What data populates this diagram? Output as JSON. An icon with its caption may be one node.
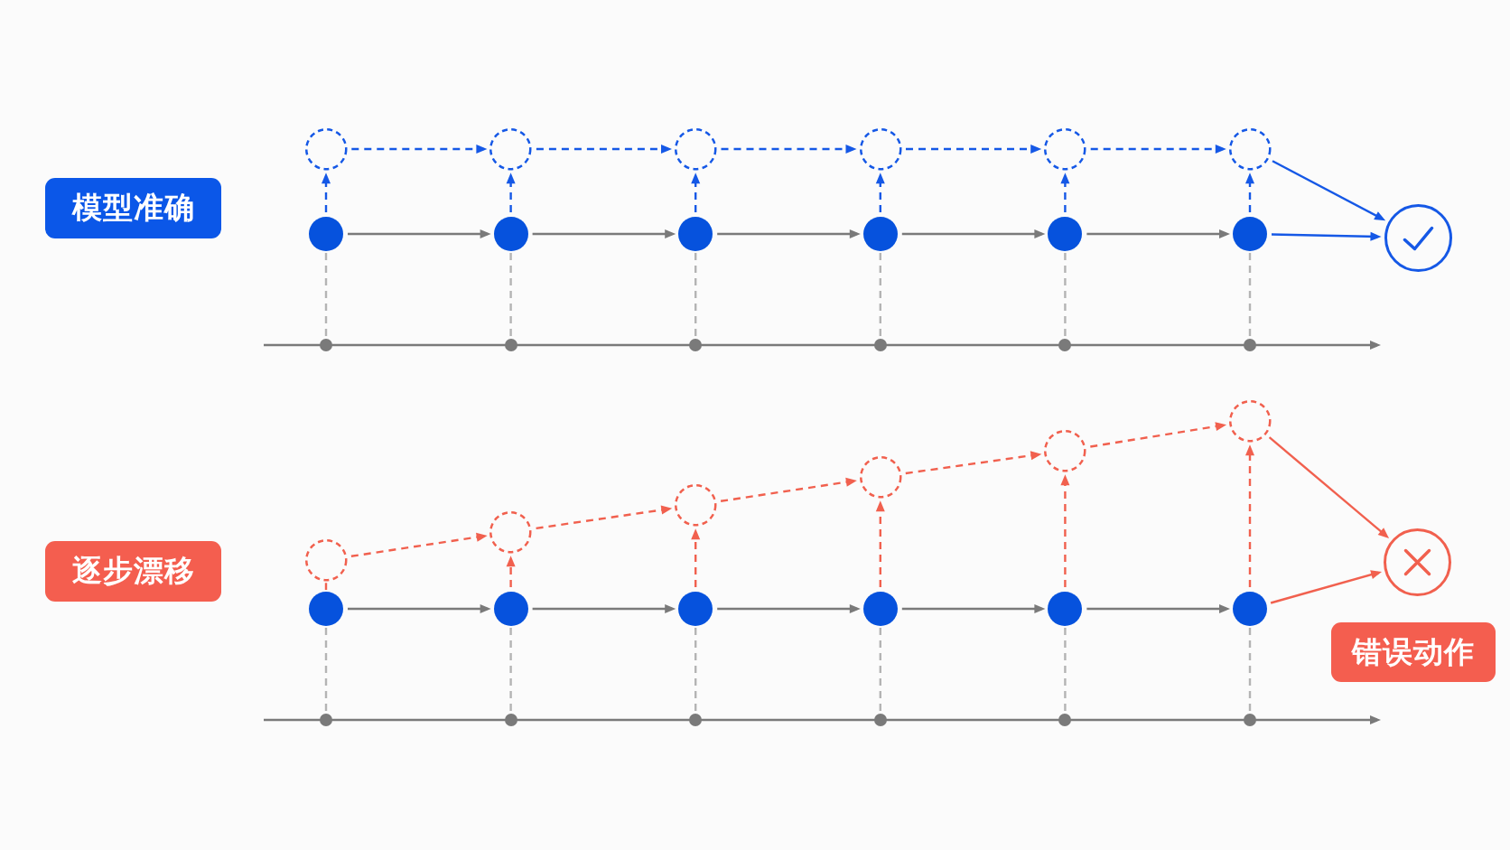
{
  "diagram": {
    "nodes": [
      {
        "text": [
          "模型准确"
        ]
      },
      {
        "text": [],
        "shape": "circle"
      },
      {
        "text": [],
        "shape": "circle"
      },
      {
        "text": [],
        "shape": "circle"
      },
      {
        "text": [],
        "shape": "circle"
      },
      {
        "text": [],
        "shape": "circle"
      },
      {
        "text": [],
        "shape": "circle"
      },
      {
        "text": [],
        "shape": "circle"
      },
      {
        "text": [],
        "shape": "circle"
      },
      {
        "text": [],
        "shape": "circle"
      },
      {
        "text": [],
        "shape": "circle"
      },
      {
        "text": [],
        "shape": "circle"
      },
      {
        "text": [],
        "shape": "circle"
      },
      {
        "text": [],
        "shape": "circle"
      },
      {
        "text": [],
        "shape": "circle"
      },
      {
        "text": [],
        "shape": "circle"
      },
      {
        "text": [],
        "shape": "circle"
      },
      {
        "text": [],
        "shape": "circle"
      },
      {
        "text": [],
        "shape": "circle"
      },
      {
        "text": [],
        "shape": "circle"
      },
      {
        "text": [
          "逐步漂移"
        ]
      },
      {
        "text": [],
        "shape": "circle"
      },
      {
        "text": [],
        "shape": "circle"
      },
      {
        "text": [],
        "shape": "circle"
      },
      {
        "text": [],
        "shape": "circle"
      },
      {
        "text": [],
        "shape": "circle"
      },
      {
        "text": [],
        "shape": "circle"
      },
      {
        "text": [],
        "shape": "circle"
      },
      {
        "text": [],
        "shape": "circle"
      },
      {
        "text": [],
        "shape": "circle"
      },
      {
        "text": [],
        "shape": "circle"
      },
      {
        "text": [],
        "shape": "circle"
      },
      {
        "text": [],
        "shape": "circle"
      },
      {
        "text": [],
        "shape": "circle"
      },
      {
        "text": [
          "错误动作"
        ]
      },
      {
        "text": [],
        "shape": "circle"
      },
      {
        "text": [],
        "shape": "circle"
      },
      {
        "text": [],
        "shape": "circle"
      },
      {
        "text": [],
        "shape": "circle"
      },
      {
        "text": [],
        "shape": "circle"
      },
      {
        "text": [],
        "shape": "circle"
      }
    ],
    "edges": [
      {
        "from": 7,
        "to": 8,
        "arrow": "to",
        "color": "#7a7a7a"
      },
      {
        "from": 8,
        "to": 9,
        "arrow": "to",
        "color": "#7a7a7a"
      },
      {
        "from": 9,
        "to": 10,
        "arrow": "to",
        "color": "#7a7a7a"
      },
      {
        "from": 10,
        "to": 11,
        "arrow": "to",
        "color": "#7a7a7a"
      },
      {
        "from": 11,
        "to": 12,
        "arrow": "to",
        "color": "#7a7a7a"
      },
      {
        "from": 7,
        "to": 1,
        "arrow": "to",
        "style": "dashed",
        "color": "#1558e6"
      },
      {
        "from": 8,
        "to": 2,
        "arrow": "to",
        "style": "dashed",
        "color": "#1558e6"
      },
      {
        "from": 9,
        "to": 3,
        "arrow": "to",
        "style": "dashed",
        "color": "#1558e6"
      },
      {
        "from": 10,
        "to": 4,
        "arrow": "to",
        "style": "dashed",
        "color": "#1558e6"
      },
      {
        "from": 11,
        "to": 5,
        "arrow": "to",
        "style": "dashed",
        "color": "#1558e6"
      },
      {
        "from": 12,
        "to": 6,
        "arrow": "to",
        "style": "dashed",
        "color": "#1558e6"
      },
      {
        "from": 1,
        "to": 2,
        "arrow": "to",
        "style": "dashed",
        "color": "#1558e6"
      },
      {
        "from": 2,
        "to": 3,
        "arrow": "to",
        "style": "dashed",
        "color": "#1558e6"
      },
      {
        "from": 3,
        "to": 4,
        "arrow": "to",
        "style": "dashed",
        "color": "#1558e6"
      },
      {
        "from": 4,
        "to": 5,
        "arrow": "to",
        "style": "dashed",
        "color": "#1558e6"
      },
      {
        "from": 5,
        "to": 6,
        "arrow": "to",
        "style": "dashed",
        "color": "#1558e6"
      },
      {
        "from": 6,
        "to": 13,
        "arrow": "to",
        "color": "#1558e6"
      },
      {
        "from": 12,
        "to": 13,
        "arrow": "to",
        "color": "#1558e6"
      },
      {
        "from": 7,
        "to": 14,
        "arrow": "none",
        "style": "dashed",
        "color": "#b4b4b4"
      },
      {
        "from": 8,
        "to": 15,
        "arrow": "none",
        "style": "dashed",
        "color": "#b4b4b4"
      },
      {
        "from": 9,
        "to": 16,
        "arrow": "none",
        "style": "dashed",
        "color": "#b4b4b4"
      },
      {
        "from": 10,
        "to": 17,
        "arrow": "none",
        "style": "dashed",
        "color": "#b4b4b4"
      },
      {
        "from": 11,
        "to": 18,
        "arrow": "none",
        "style": "dashed",
        "color": "#b4b4b4"
      },
      {
        "from": 12,
        "to": 19,
        "arrow": "none",
        "style": "dashed",
        "color": "#b4b4b4"
      },
      {
        "from": 27,
        "to": 28,
        "arrow": "to",
        "color": "#7a7a7a"
      },
      {
        "from": 28,
        "to": 29,
        "arrow": "to",
        "color": "#7a7a7a"
      },
      {
        "from": 29,
        "to": 30,
        "arrow": "to",
        "color": "#7a7a7a"
      },
      {
        "from": 30,
        "to": 31,
        "arrow": "to",
        "color": "#7a7a7a"
      },
      {
        "from": 31,
        "to": 32,
        "arrow": "to",
        "color": "#7a7a7a"
      },
      {
        "from": 27,
        "to": 21,
        "arrow": "none",
        "style": "dashed",
        "color": "#f1604e"
      },
      {
        "from": 28,
        "to": 22,
        "arrow": "to",
        "style": "dashed",
        "color": "#f1604e"
      },
      {
        "from": 29,
        "to": 23,
        "arrow": "to",
        "style": "dashed",
        "color": "#f1604e"
      },
      {
        "from": 30,
        "to": 24,
        "arrow": "to",
        "style": "dashed",
        "color": "#f1604e"
      },
      {
        "from": 31,
        "to": 25,
        "arrow": "to",
        "style": "dashed",
        "color": "#f1604e"
      },
      {
        "from": 32,
        "to": 26,
        "arrow": "to",
        "style": "dashed",
        "color": "#f1604e"
      },
      {
        "from": 21,
        "to": 22,
        "arrow": "to",
        "style": "dashed",
        "color": "#f1604e"
      },
      {
        "from": 22,
        "to": 23,
        "arrow": "to",
        "style": "dashed",
        "color": "#f1604e"
      },
      {
        "from": 23,
        "to": 24,
        "arrow": "to",
        "style": "dashed",
        "color": "#f1604e"
      },
      {
        "from": 24,
        "to": 25,
        "arrow": "to",
        "style": "dashed",
        "color": "#f1604e"
      },
      {
        "from": 25,
        "to": 26,
        "arrow": "to",
        "style": "dashed",
        "color": "#f1604e"
      },
      {
        "from": 26,
        "to": 33,
        "arrow": "to",
        "color": "#f1604e"
      },
      {
        "from": 32,
        "to": 33,
        "arrow": "to",
        "color": "#f1604e"
      },
      {
        "from": 27,
        "to": 35,
        "arrow": "none",
        "style": "dashed",
        "color": "#b4b4b4"
      },
      {
        "from": 28,
        "to": 36,
        "arrow": "none",
        "style": "dashed",
        "color": "#b4b4b4"
      },
      {
        "from": 29,
        "to": 37,
        "arrow": "none",
        "style": "dashed",
        "color": "#b4b4b4"
      },
      {
        "from": 30,
        "to": 38,
        "arrow": "none",
        "style": "dashed",
        "color": "#b4b4b4"
      },
      {
        "from": 31,
        "to": 39,
        "arrow": "none",
        "style": "dashed",
        "color": "#b4b4b4"
      },
      {
        "from": 32,
        "to": 40,
        "arrow": "none",
        "style": "dashed",
        "color": "#b4b4b4"
      }
    ]
  }
}
